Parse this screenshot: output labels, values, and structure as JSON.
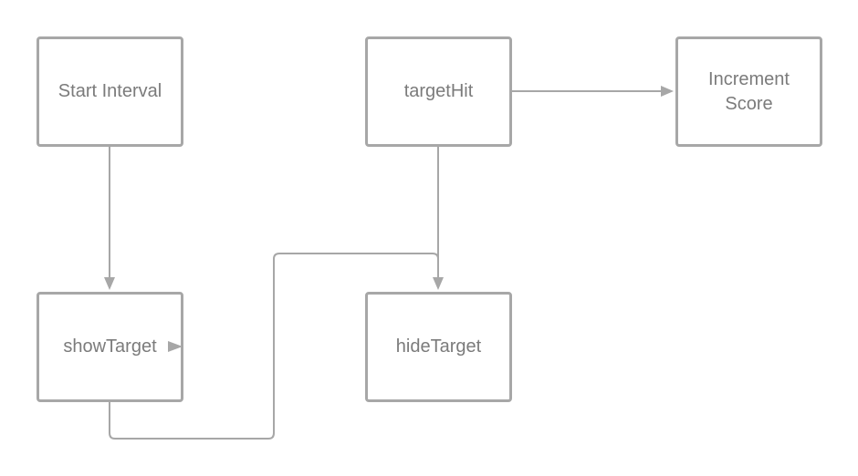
{
  "diagram": {
    "nodes": [
      {
        "id": "start",
        "label": "Start Interval"
      },
      {
        "id": "show",
        "label": "showTarget"
      },
      {
        "id": "hit",
        "label": "targetHit"
      },
      {
        "id": "hide",
        "label": "hideTarget"
      },
      {
        "id": "score",
        "label": "Increment\nScore"
      }
    ],
    "edges": [
      {
        "from": "start",
        "to": "show"
      },
      {
        "from": "show",
        "to": "hide"
      },
      {
        "from": "hit",
        "to": "hide"
      },
      {
        "from": "hit",
        "to": "score"
      }
    ],
    "colors": {
      "stroke": "#a7a7a7",
      "text": "#7b7b7b",
      "background": "#ffffff"
    }
  }
}
